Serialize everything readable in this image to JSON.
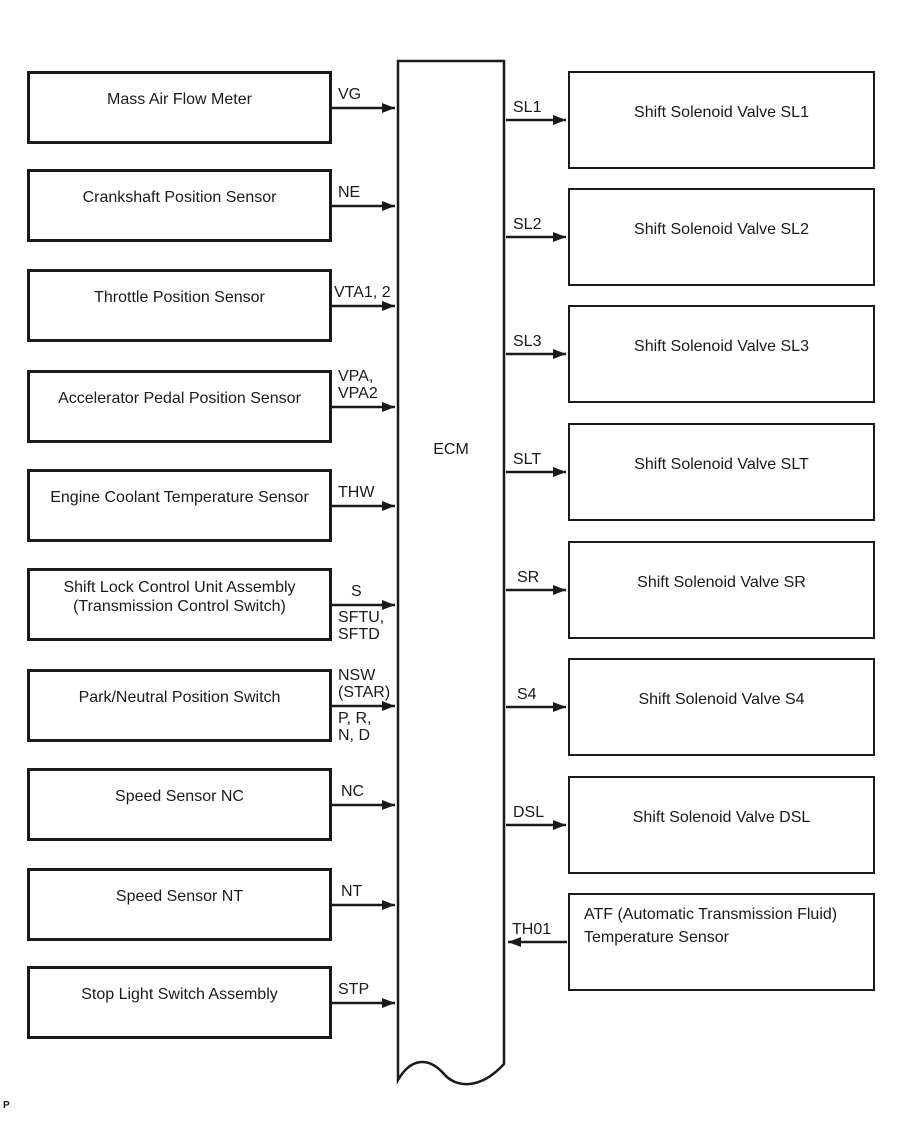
{
  "diagram": {
    "ecm": {
      "label": "ECM"
    },
    "footer_text": "P",
    "colors": {
      "line": "#1a1a1a",
      "background": "#ffffff"
    },
    "inputs": [
      {
        "label": "Mass Air Flow Meter",
        "signal_above": "VG"
      },
      {
        "label": "Crankshaft Position Sensor",
        "signal_above": "NE"
      },
      {
        "label": "Throttle Position Sensor",
        "signal_above": "VTA1, 2"
      },
      {
        "label": "Accelerator Pedal Position Sensor",
        "signal_above": "VPA,\nVPA2"
      },
      {
        "label": "Engine Coolant Temperature Sensor",
        "signal_above": "THW"
      },
      {
        "label": "Shift Lock Control Unit Assembly\n(Transmission Control Switch)",
        "signal_above": "S",
        "signal_below": "SFTU,\nSFTD"
      },
      {
        "label": "Park/Neutral Position Switch",
        "signal_above": "NSW\n(STAR)",
        "signal_below": "P, R,\nN, D"
      },
      {
        "label": "Speed Sensor NC",
        "signal_above": "NC"
      },
      {
        "label": "Speed Sensor NT",
        "signal_above": "NT"
      },
      {
        "label": "Stop Light Switch Assembly",
        "signal_above": "STP"
      }
    ],
    "outputs": [
      {
        "label": "Shift Solenoid Valve SL1",
        "signal": "SL1",
        "direction": "from-ecm"
      },
      {
        "label": "Shift Solenoid Valve SL2",
        "signal": "SL2",
        "direction": "from-ecm"
      },
      {
        "label": "Shift Solenoid Valve SL3",
        "signal": "SL3",
        "direction": "from-ecm"
      },
      {
        "label": "Shift Solenoid Valve SLT",
        "signal": "SLT",
        "direction": "from-ecm"
      },
      {
        "label": "Shift Solenoid Valve SR",
        "signal": "SR",
        "direction": "from-ecm"
      },
      {
        "label": "Shift Solenoid Valve S4",
        "signal": "S4",
        "direction": "from-ecm"
      },
      {
        "label": "Shift Solenoid Valve DSL",
        "signal": "DSL",
        "direction": "from-ecm"
      },
      {
        "label": "ATF (Automatic Transmission Fluid) Temperature Sensor",
        "signal": "TH01",
        "direction": "to-ecm"
      }
    ]
  }
}
